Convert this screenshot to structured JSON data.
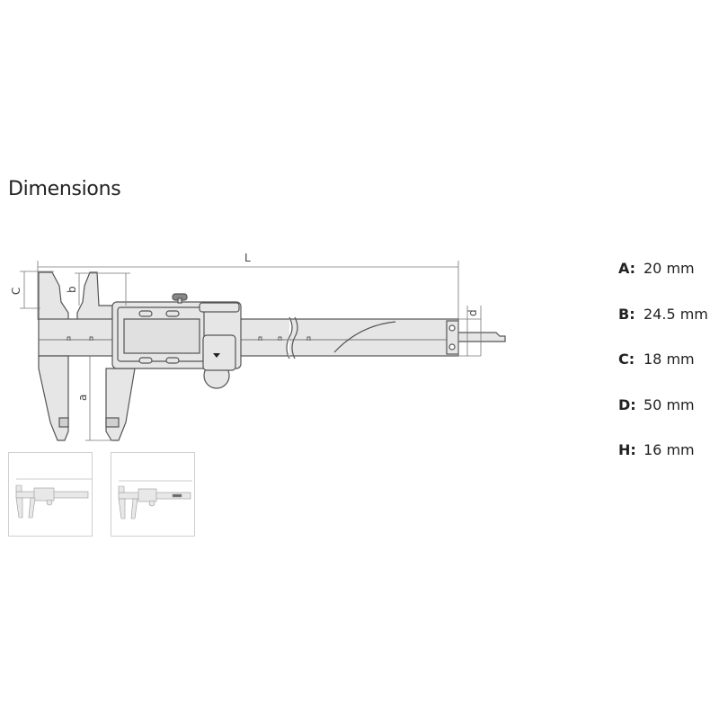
{
  "section_title": "Dimensions",
  "diagram": {
    "labels": {
      "L": "L",
      "C": "C",
      "b": "b",
      "a": "a",
      "d": "d"
    }
  },
  "specs": [
    {
      "key": "A:",
      "value": "20 mm"
    },
    {
      "key": "B:",
      "value": "24.5 mm"
    },
    {
      "key": "C:",
      "value": "18 mm"
    },
    {
      "key": "D:",
      "value": "50 mm"
    },
    {
      "key": "H:",
      "value": "16 mm"
    }
  ],
  "thumbnails": [
    {
      "name": "caliper-view-1"
    },
    {
      "name": "caliper-view-2"
    }
  ],
  "colors": {
    "fill": "#e6e6e6",
    "stroke": "#555555",
    "text": "#222222"
  }
}
